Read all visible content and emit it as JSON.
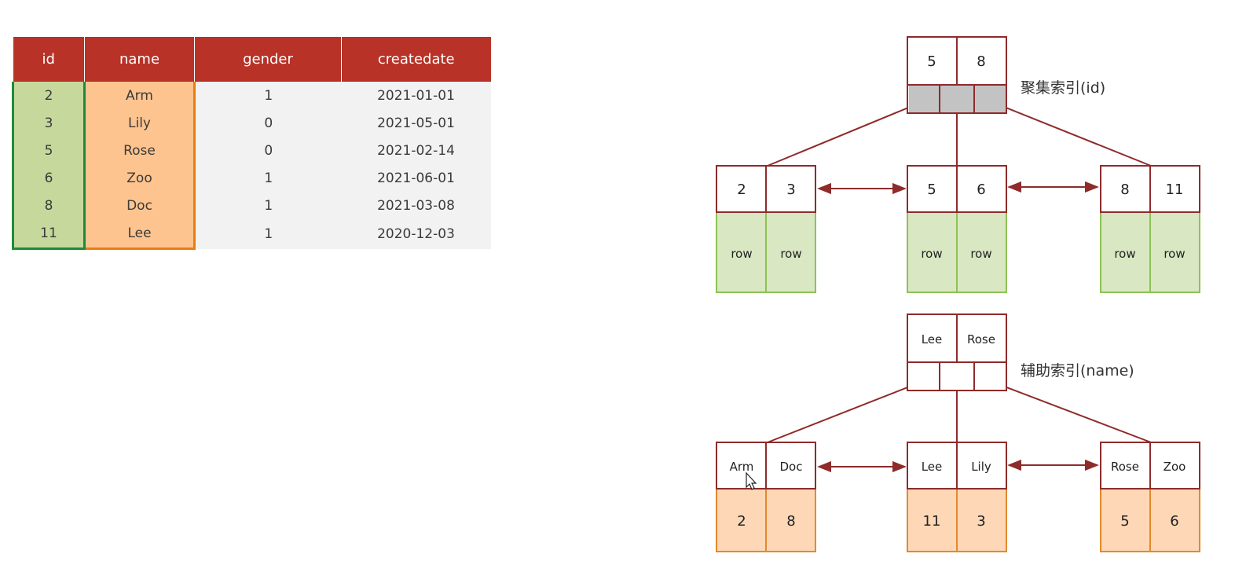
{
  "table": {
    "headers": [
      "id",
      "name",
      "gender",
      "createdate"
    ],
    "rows": [
      [
        "2",
        "Arm",
        "1",
        "2021-01-01"
      ],
      [
        "3",
        "Lily",
        "0",
        "2021-05-01"
      ],
      [
        "5",
        "Rose",
        "0",
        "2021-02-14"
      ],
      [
        "6",
        "Zoo",
        "1",
        "2021-06-01"
      ],
      [
        "8",
        "Doc",
        "1",
        "2021-03-08"
      ],
      [
        "11",
        "Lee",
        "1",
        "2020-12-03"
      ]
    ]
  },
  "clustered_index": {
    "label": "聚集索引(id)",
    "root_keys": [
      "5",
      "8"
    ],
    "leaves": [
      {
        "keys": [
          "2",
          "3"
        ],
        "values": [
          "row",
          "row"
        ]
      },
      {
        "keys": [
          "5",
          "6"
        ],
        "values": [
          "row",
          "row"
        ]
      },
      {
        "keys": [
          "8",
          "11"
        ],
        "values": [
          "row",
          "row"
        ]
      }
    ]
  },
  "secondary_index": {
    "label": "辅助索引(name)",
    "root_keys": [
      "Lee",
      "Rose"
    ],
    "leaves": [
      {
        "keys": [
          "Arm",
          "Doc"
        ],
        "values": [
          "2",
          "8"
        ]
      },
      {
        "keys": [
          "Lee",
          "Lily"
        ],
        "values": [
          "11",
          "3"
        ]
      },
      {
        "keys": [
          "Rose",
          "Zoo"
        ],
        "values": [
          "5",
          "6"
        ]
      }
    ]
  },
  "colors": {
    "header_bg": "#b83227",
    "id_col_bg": "#c6d89b",
    "name_col_bg": "#fec48f",
    "other_col_bg": "#f2f2f2",
    "node_border": "#8e2b2b",
    "pointer_gray": "#c3c3c3",
    "row_leaf_bg": "#d9e7c2",
    "row_leaf_border": "#8dc255",
    "pk_leaf_bg": "#fdd7b6",
    "pk_leaf_border": "#e28a2c"
  }
}
